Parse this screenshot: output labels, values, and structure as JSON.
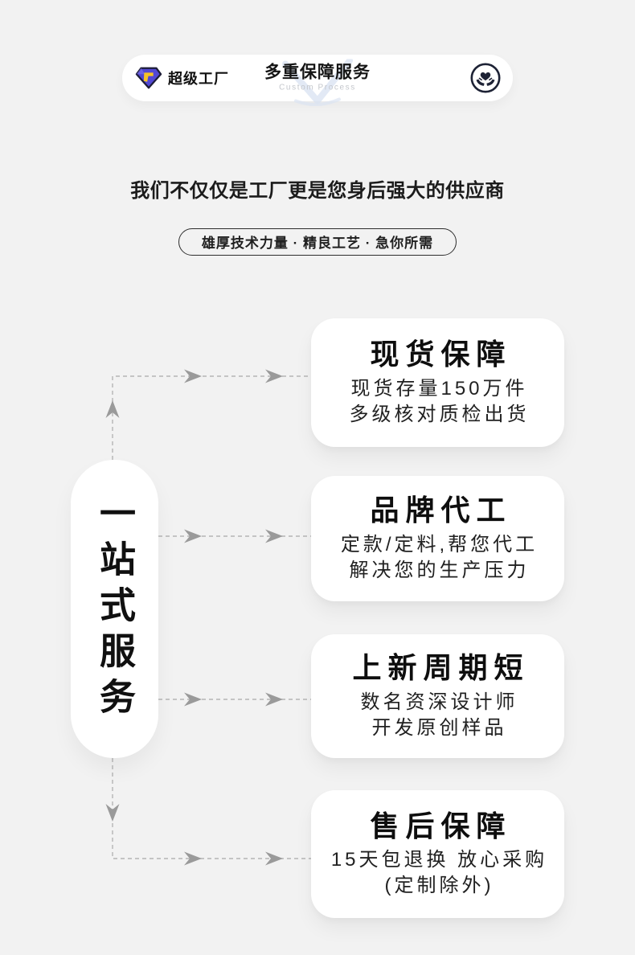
{
  "page": {
    "background_color": "#f2f2f2"
  },
  "header": {
    "brand": {
      "name": "超级工厂",
      "logo_icon": "diamond-gem-icon",
      "logo_colors": {
        "gem_fill": "#5348d4",
        "gem_accent": "#f7c325",
        "gem_outline": "#1d1d38"
      }
    },
    "title": "多重保障服务",
    "subtitle": "Custom Process",
    "watermark_color": "#d8e1f1",
    "service_icon": "hands-holding-heart-icon",
    "service_icon_color": "#1d2235"
  },
  "intro": {
    "headline": "我们不仅仅是工厂更是您身后强大的供应商",
    "tagline": "雄厚技术力量 · 精良工艺 · 急你所需"
  },
  "flow": {
    "pill_label": "一站式服务",
    "connector_color": "#9a9a9a",
    "dash_color": "#b5b5b5",
    "cards": [
      {
        "title": "现货保障",
        "lines": [
          "现货存量150万件",
          "多级核对质检出货"
        ]
      },
      {
        "title": "品牌代工",
        "lines": [
          "定款/定料,帮您代工",
          "解决您的生产压力"
        ]
      },
      {
        "title": "上新周期短",
        "lines": [
          "数名资深设计师",
          "开发原创样品"
        ]
      },
      {
        "title": "售后保障",
        "lines": [
          "15天包退换 放心采购",
          "(定制除外)"
        ]
      }
    ]
  }
}
